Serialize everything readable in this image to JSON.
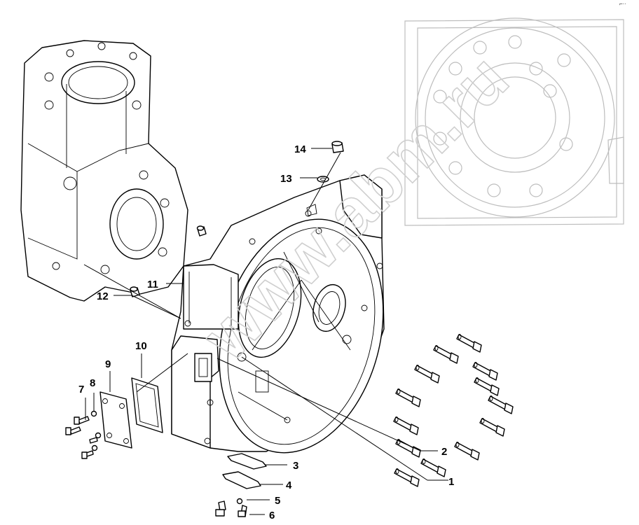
{
  "watermark": {
    "text": "www.abm.ru"
  },
  "corner_mark": "⌐··",
  "callouts": [
    {
      "id": "1",
      "label": "1"
    },
    {
      "id": "2",
      "label": "2"
    },
    {
      "id": "3",
      "label": "3"
    },
    {
      "id": "4",
      "label": "4"
    },
    {
      "id": "5",
      "label": "5"
    },
    {
      "id": "6",
      "label": "6"
    },
    {
      "id": "7",
      "label": "7"
    },
    {
      "id": "8",
      "label": "8"
    },
    {
      "id": "9",
      "label": "9"
    },
    {
      "id": "10",
      "label": "10"
    },
    {
      "id": "11",
      "label": "11"
    },
    {
      "id": "12",
      "label": "12"
    },
    {
      "id": "13",
      "label": "13"
    },
    {
      "id": "14",
      "label": "14"
    }
  ]
}
